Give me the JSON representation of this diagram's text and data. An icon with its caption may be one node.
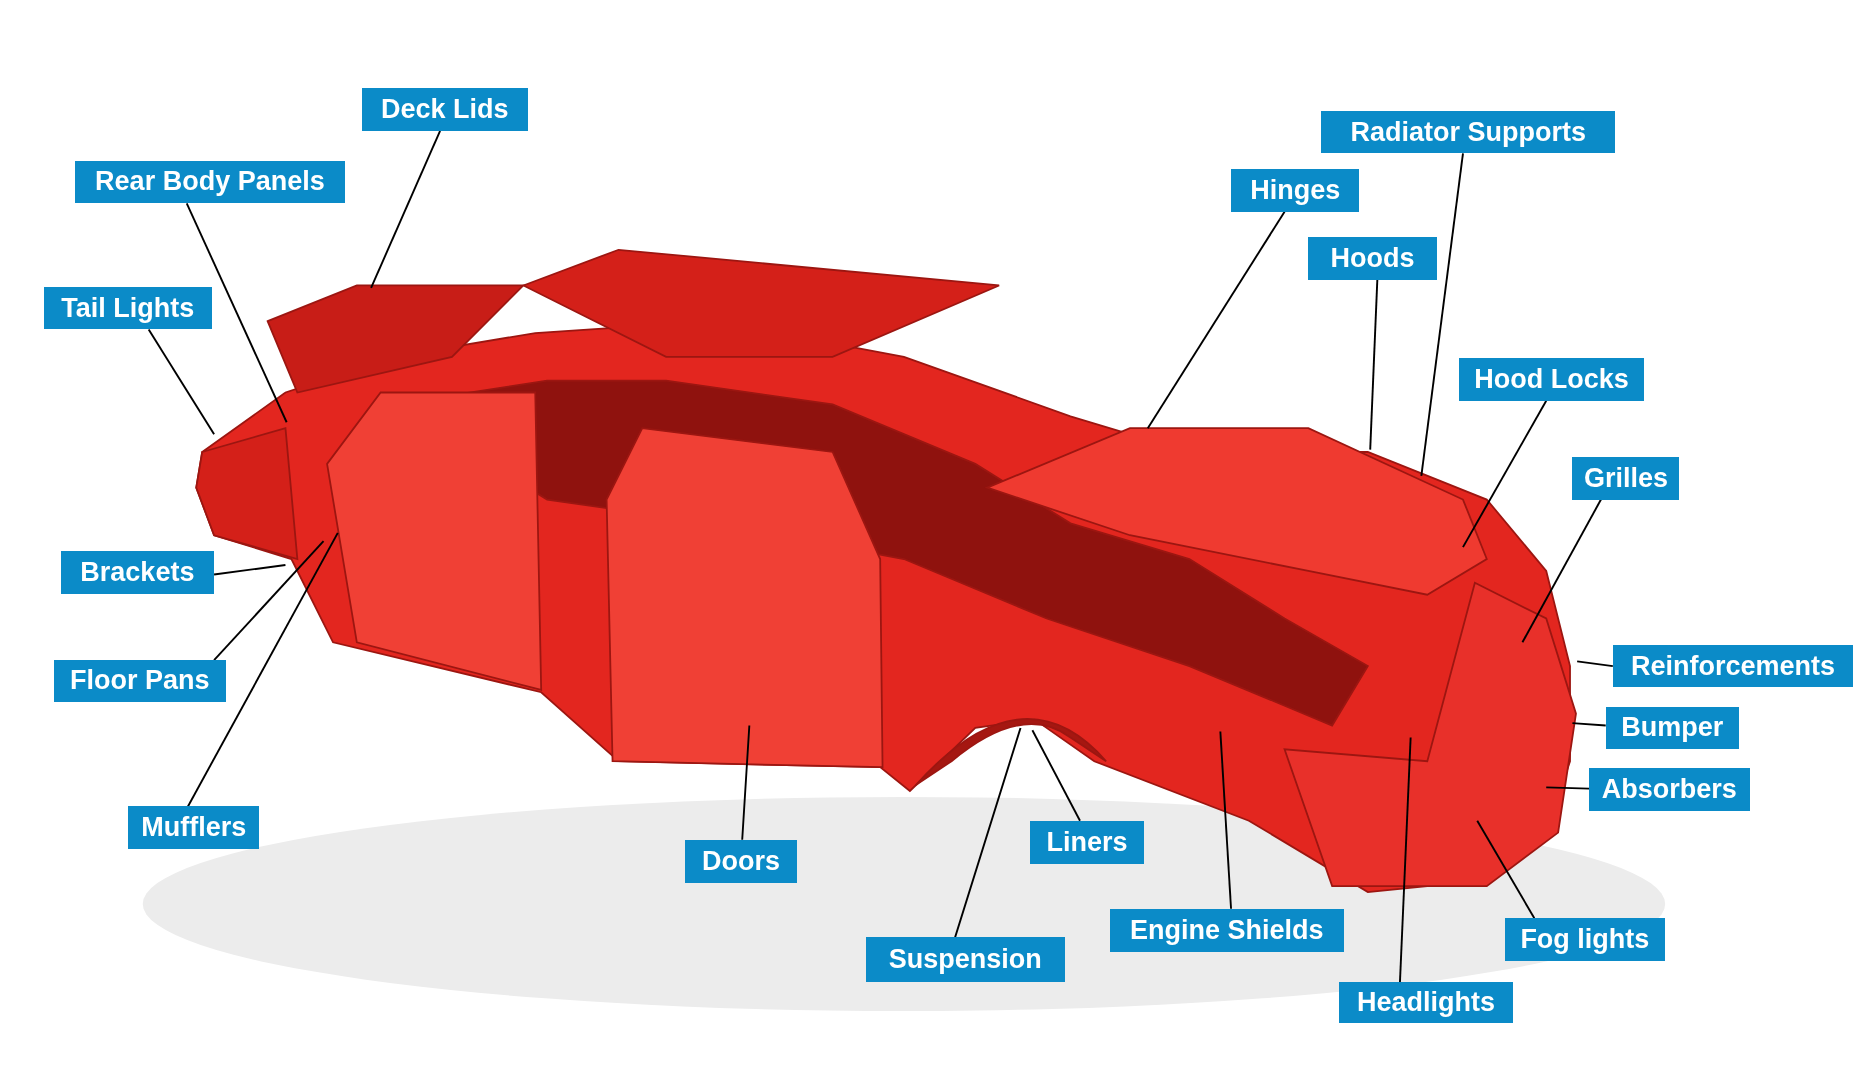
{
  "diagram": {
    "nodes": [
      {
        "text": [
          "Deck Lids"
        ]
      },
      {
        "text": [
          "Radiator Supports"
        ]
      },
      {
        "text": [
          "Rear Body Panels"
        ]
      },
      {
        "text": [
          "Hinges"
        ]
      },
      {
        "text": [
          "Hoods"
        ]
      },
      {
        "text": [
          "Tail Lights"
        ]
      },
      {
        "text": [
          "Hood Locks"
        ]
      },
      {
        "text": [
          "Grilles"
        ]
      },
      {
        "text": [
          "Brackets"
        ]
      },
      {
        "text": [
          "Reinforcements"
        ]
      },
      {
        "text": [
          "Floor Pans"
        ]
      },
      {
        "text": [
          "Bumper"
        ]
      },
      {
        "text": [
          "Absorbers"
        ]
      },
      {
        "text": [
          "Mufflers"
        ]
      },
      {
        "text": [
          "Liners"
        ]
      },
      {
        "text": [
          "Doors"
        ]
      },
      {
        "text": [
          "Engine Shields"
        ]
      },
      {
        "text": [
          "Fog lights"
        ]
      },
      {
        "text": [
          "Suspension"
        ]
      },
      {
        "text": [
          "Headlights"
        ]
      }
    ],
    "edges": [
      {
        "from": 0,
        "to": null,
        "arrow": "none"
      },
      {
        "from": 1,
        "to": null,
        "arrow": "none"
      },
      {
        "from": 2,
        "to": null,
        "arrow": "none"
      },
      {
        "from": 3,
        "to": null,
        "arrow": "none"
      },
      {
        "from": 4,
        "to": null,
        "arrow": "none"
      },
      {
        "from": 5,
        "to": null,
        "arrow": "none"
      },
      {
        "from": 6,
        "to": null,
        "arrow": "none"
      },
      {
        "from": 7,
        "to": null,
        "arrow": "none"
      },
      {
        "from": 8,
        "to": null,
        "arrow": "none"
      },
      {
        "from": 9,
        "to": null,
        "arrow": "none"
      },
      {
        "from": 10,
        "to": null,
        "arrow": "none"
      },
      {
        "from": 11,
        "to": null,
        "arrow": "none"
      },
      {
        "from": 12,
        "to": null,
        "arrow": "none"
      },
      {
        "from": 13,
        "to": null,
        "arrow": "none"
      },
      {
        "from": 14,
        "to": null,
        "arrow": "none"
      },
      {
        "from": 15,
        "to": null,
        "arrow": "none"
      },
      {
        "from": 16,
        "to": null,
        "arrow": "none"
      },
      {
        "from": 17,
        "to": null,
        "arrow": "none"
      },
      {
        "from": 18,
        "to": null,
        "arrow": "none"
      },
      {
        "from": 19,
        "to": null,
        "arrow": "none"
      }
    ]
  }
}
